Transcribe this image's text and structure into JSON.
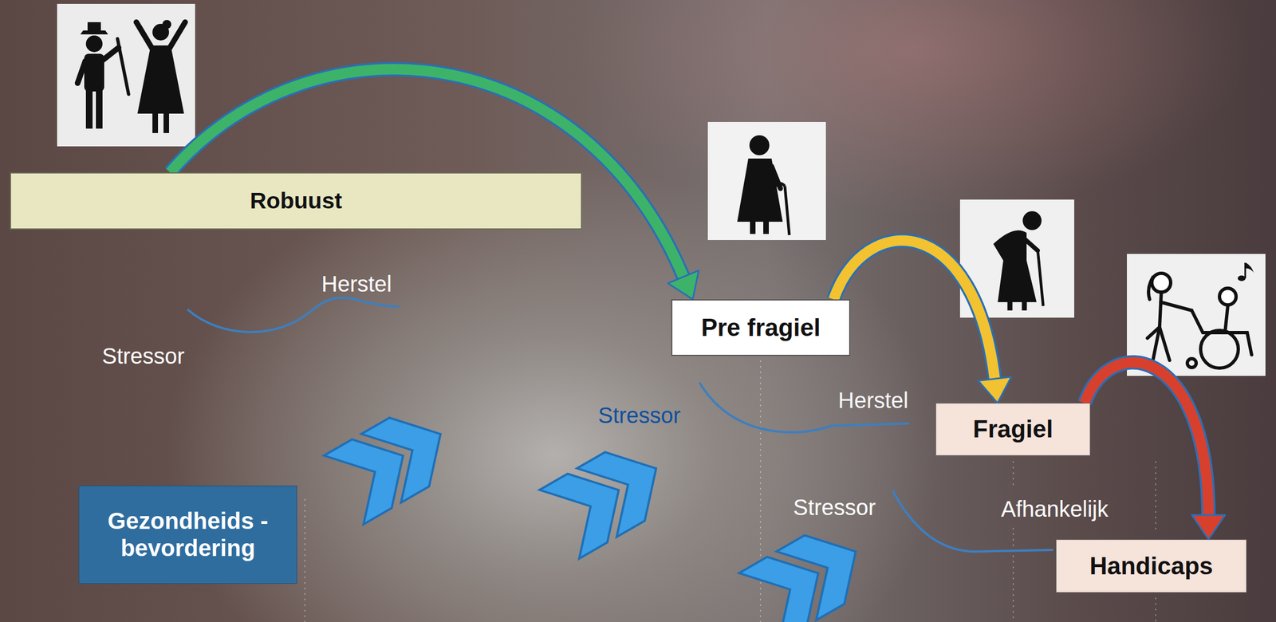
{
  "diagram": {
    "nodes": [
      {
        "text": [
          "Robuust"
        ]
      },
      {
        "text": [
          "Pre fragiel"
        ]
      },
      {
        "text": [
          "Fragiel"
        ]
      },
      {
        "text": [
          "Gezondheids -bevordering"
        ]
      },
      {
        "text": [
          "Handicaps"
        ]
      }
    ],
    "edges": [
      {
        "from": 0,
        "to": 1,
        "arrow": "to"
      },
      {
        "from": 1,
        "to": 2,
        "arrow": "to"
      },
      {
        "from": 2,
        "to": 4,
        "arrow": "to"
      }
    ],
    "labels": [
      "Herstel",
      "Stressor",
      "Herstel",
      "Stressor",
      "Stressor",
      "Afhankelijk"
    ]
  }
}
